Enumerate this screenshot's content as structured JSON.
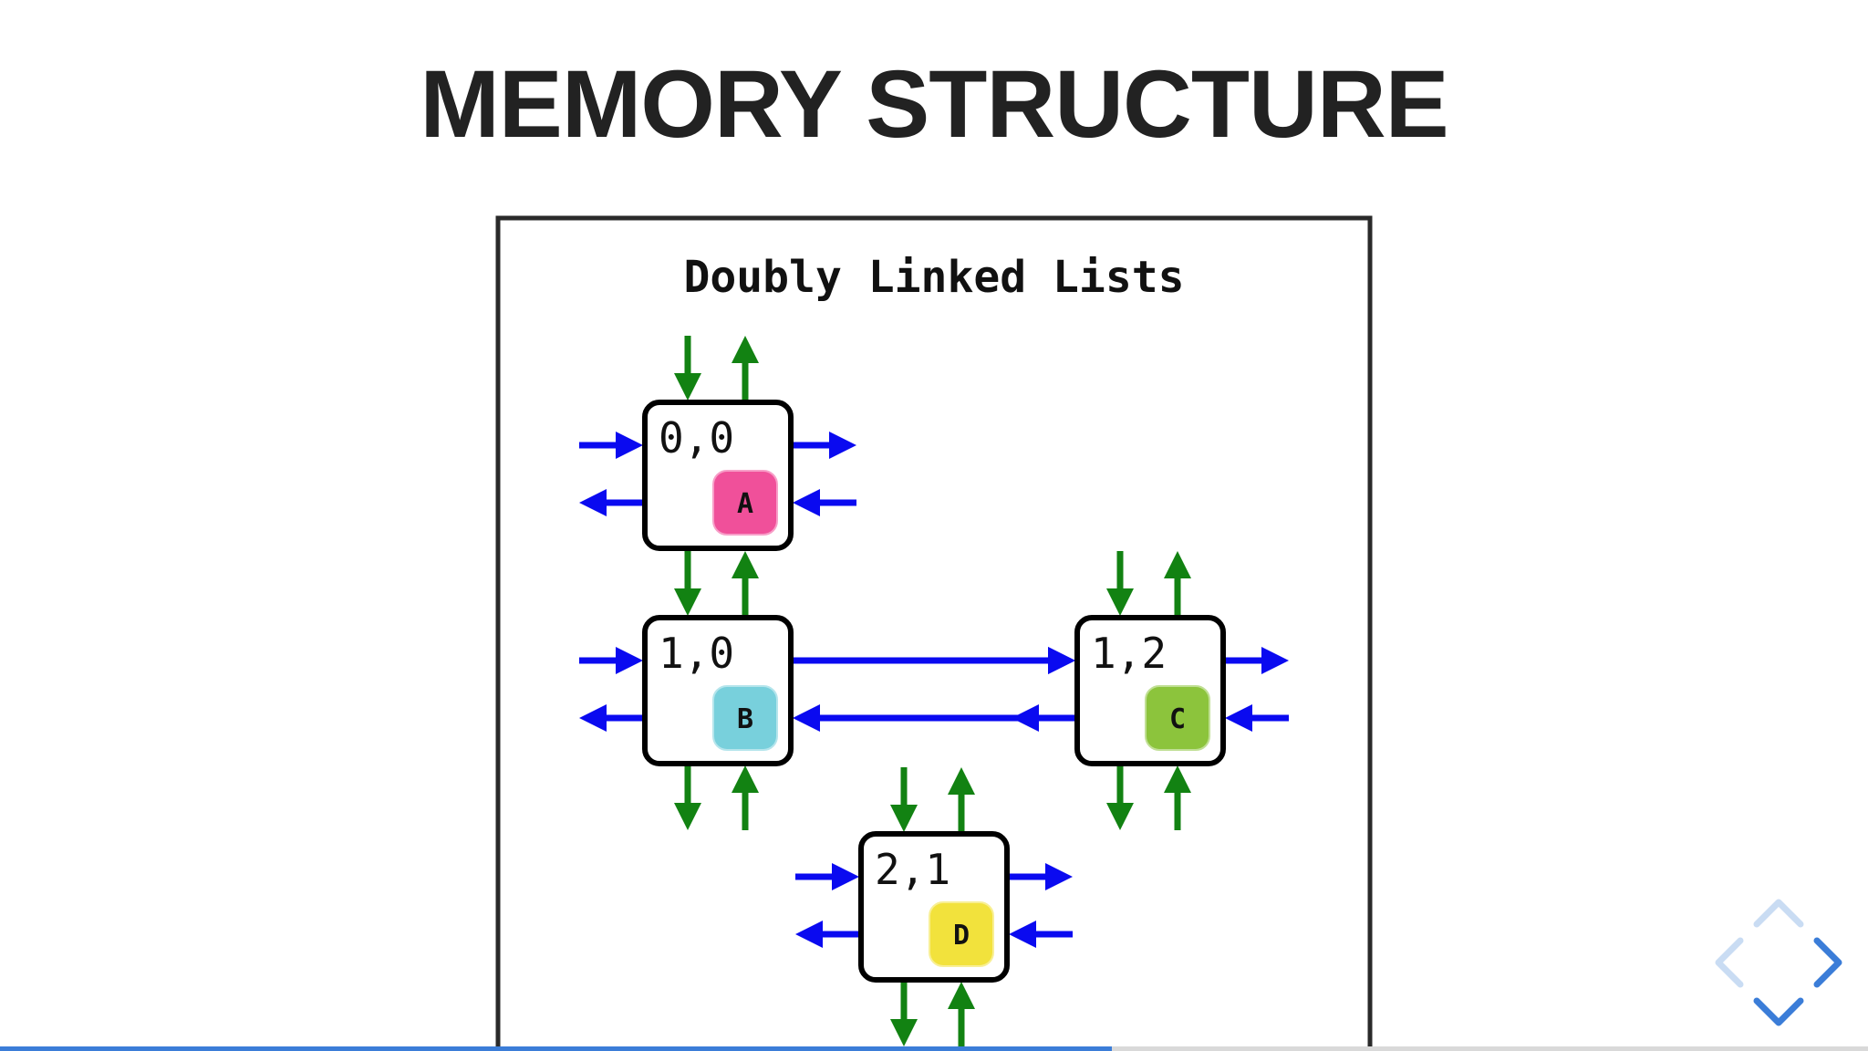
{
  "slide": {
    "title": "MEMORY STRUCTURE",
    "progress_fraction": 0.595
  },
  "figure": {
    "heading": "Doubly Linked Lists",
    "nodes": [
      {
        "coord": "0,0",
        "value": "A",
        "color": "#f0509a"
      },
      {
        "coord": "1,0",
        "value": "B",
        "color": "#78d0dc"
      },
      {
        "coord": "1,2",
        "value": "C",
        "color": "#8cc43c"
      },
      {
        "coord": "2,1",
        "value": "D",
        "color": "#f2e23c"
      }
    ],
    "arrow_colors": {
      "horizontal": "#0a0af0",
      "vertical": "#128212"
    }
  },
  "navigation": {
    "icons": [
      "chevron-up-icon",
      "chevron-left-icon",
      "chevron-right-icon",
      "chevron-down-icon"
    ],
    "accent": "#3b7dd8"
  }
}
